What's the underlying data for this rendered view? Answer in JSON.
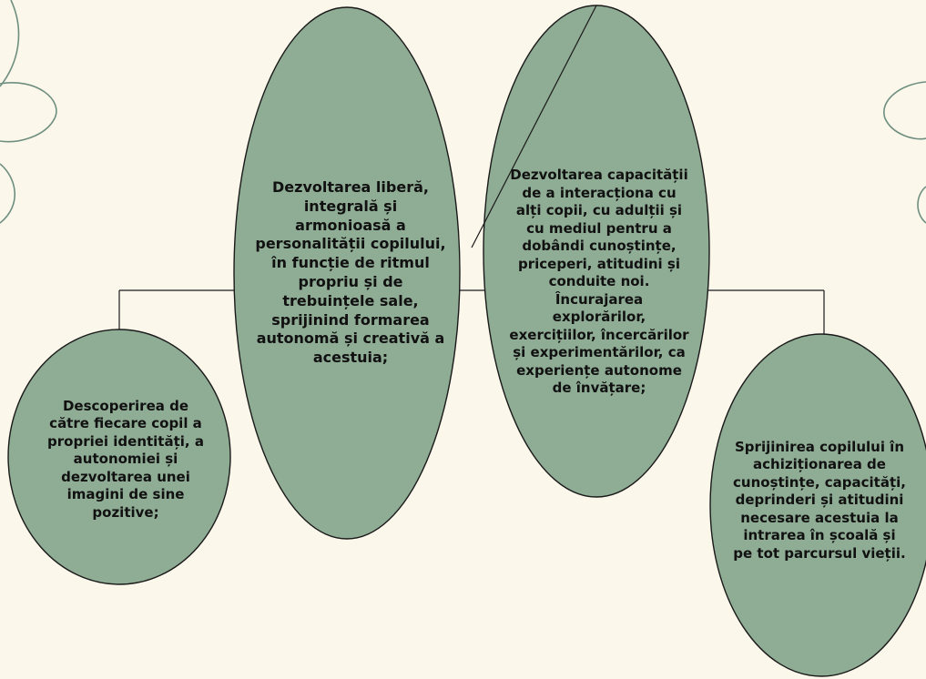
{
  "colors": {
    "background": "#fbf7ea",
    "oval_fill": "#8fac95",
    "oval_stroke": "#1a1a1a",
    "decor_stroke": "#6e8f80",
    "text": "#111111"
  },
  "nodes": [
    {
      "id": "n1",
      "text": "Descoperirea de către fiecare copil a propriei identități, a autonomiei și dezvoltarea unei imagini de sine pozitive;"
    },
    {
      "id": "n2",
      "text": "Dezvoltarea liberă, integrală și armonioasă a personalității copilului, în funcție de ritmul propriu și de trebuințele sale, sprijinind formarea autonomă și creativă a acestuia;"
    },
    {
      "id": "n3",
      "text": "Dezvoltarea capacității de a interacționa cu alți copii, cu adulții și cu mediul pentru a dobândi cunoștințe, priceperi, atitudini și conduite noi. Încurajarea explorărilor, exercițiilor, încercărilor și experimentărilor, ca experiențe autonome de învățare;"
    },
    {
      "id": "n4",
      "text": "Sprijinirea copilului în achiziționarea de cunoștințe, capacități, deprinderi și atitudini necesare acestuia la intrarea în școală și pe tot parcursul vieții."
    }
  ]
}
